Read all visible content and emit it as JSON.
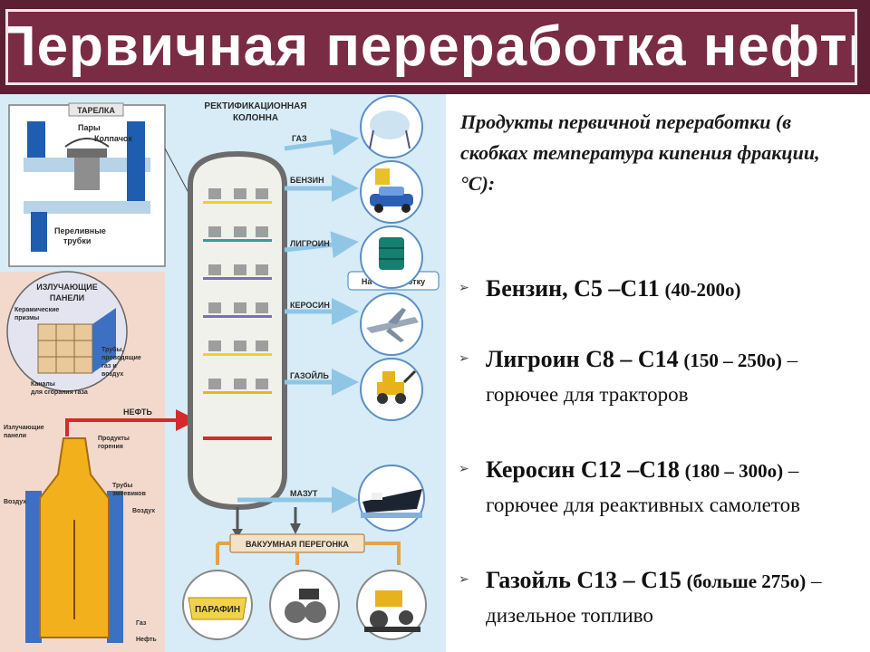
{
  "title": "Первичная переработка нефти",
  "diagram": {
    "column_title": "РЕКТИФИКАЦИОННАЯ КОЛОННА",
    "column_title_line1": "РЕКТИФИКАЦИОННАЯ",
    "column_title_line2": "КОЛОННА",
    "tray_title": "ТАРЕЛКА",
    "tray_vapor": "Пары",
    "tray_cap": "Колпачок",
    "tray_pipes_line1": "Переливные",
    "tray_pipes_line2": "трубки",
    "panels_line1": "ИЗЛУЧАЮЩИЕ",
    "panels_line2": "ПАНЕЛИ",
    "prisms_line1": "Керамические",
    "prisms_line2": "призмы",
    "pipes_air_line1": "Трубы,",
    "pipes_air_line2": "проводящие",
    "pipes_air_line3": "газ и",
    "pipes_air_line4": "воздух",
    "channels_line1": "Каналы",
    "channels_line2": "для сгорания газа",
    "radiating_line1": "Излучающие",
    "radiating_line2": "панели",
    "combustion_line1": "Продукты",
    "combustion_line2": "горения",
    "coil_line1": "Трубы",
    "coil_line2": "змеевиков",
    "air_left": "Воздух",
    "air_right": "Воздух",
    "gas_label": "Газ",
    "oil_bottom": "Нефть",
    "oil_in": "НЕФТЬ",
    "gas": "ГАЗ",
    "gasoline": "БЕНЗИН",
    "ligroin": "ЛИГРОИН",
    "kerosene": "КЕРОСИН",
    "gasoil": "ГАЗОЙЛЬ",
    "fuel_oil": "МАЗУТ",
    "recycle": "На переработку",
    "vacuum": "ВАКУУМНАЯ ПЕРЕГОНКА",
    "paraffin": "ПАРАФИН"
  },
  "panel": {
    "caption": "Продукты первичной переработки (в скобках температура кипения фракции, °С):",
    "items": [
      {
        "name": "Бензин, С5 –С11",
        "range": "(40-200о)",
        "use": ""
      },
      {
        "name": "Лигроин С8 – С14",
        "range": "(150 – 250о)",
        "use": " – горючее для тракторов"
      },
      {
        "name": "Керосин С12 –С18",
        "range": "(180 – 300о)",
        "use": " – горючее для реактивных самолетов"
      },
      {
        "name": "Газойль С13 – С15",
        "range": "(больше 275о)",
        "use": " – дизельное топливо"
      }
    ]
  },
  "colors": {
    "title_bg": "#7a2c44",
    "diagram_bg": "#d7ecf7",
    "column": "#f2f2ef",
    "gasoline": "#f2d21a",
    "ligroin": "#25a59b",
    "kerosene": "#7b6fb8",
    "gasoil": "#f2b21a",
    "fuel_oil": "#d62a2a",
    "flow_arrow": "#8fc6e6"
  },
  "icons": [
    "gas-tank-icon",
    "fuel-canister-icon",
    "car-icon",
    "barrel-icon",
    "airplane-icon",
    "excavator-icon",
    "ship-icon",
    "paraffin-icon",
    "machinery-icon",
    "road-roller-icon",
    "bullet-icon"
  ]
}
